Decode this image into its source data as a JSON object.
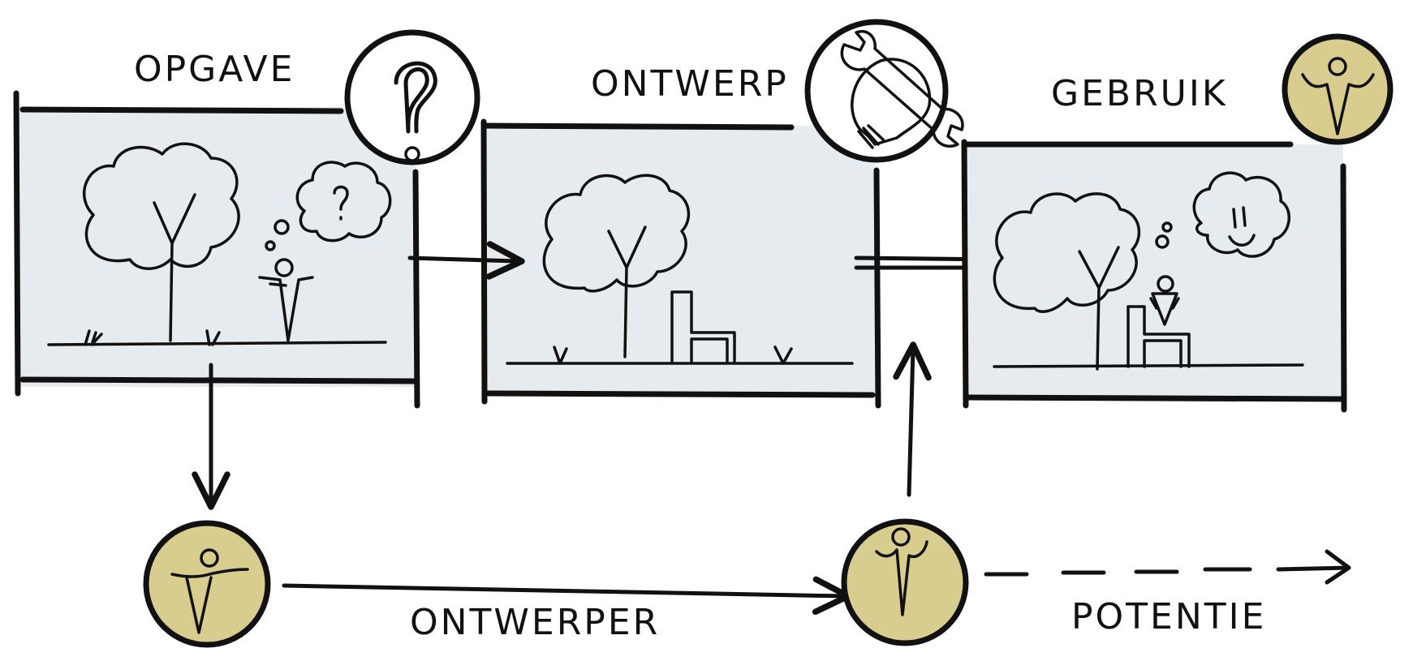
{
  "stages": [
    {
      "label": "OPGAVE"
    },
    {
      "label": "ONTWERP"
    },
    {
      "label": "GEBRUIK"
    }
  ],
  "bottom": {
    "designer_label": "ONTWERPER",
    "potential_label": "POTENTIE"
  },
  "colors": {
    "panel": "#e6ebef",
    "person_circle": "#d8cd8e",
    "ink": "#111111"
  },
  "icons": [
    "question-mark-icon",
    "wrench-lightbulb-icon",
    "person-icon",
    "tree-icon",
    "chair-icon",
    "thought-bubble-icon"
  ]
}
